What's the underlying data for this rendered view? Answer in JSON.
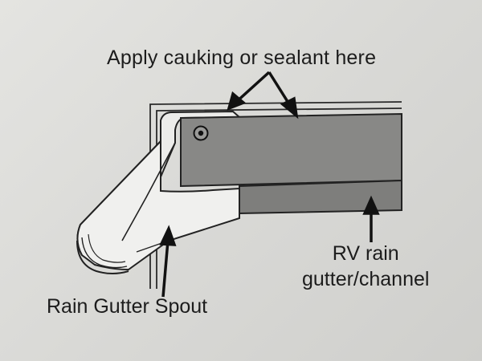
{
  "labels": {
    "sealant": "Apply cauking or sealant here",
    "channel_line1": "RV rain",
    "channel_line2": "gutter/channel",
    "spout": "Rain Gutter Spout"
  },
  "colors": {
    "background": "#dcdcd9",
    "channel_fill": "#858585",
    "outline": "#222222",
    "spout_fill": "#ececea"
  }
}
